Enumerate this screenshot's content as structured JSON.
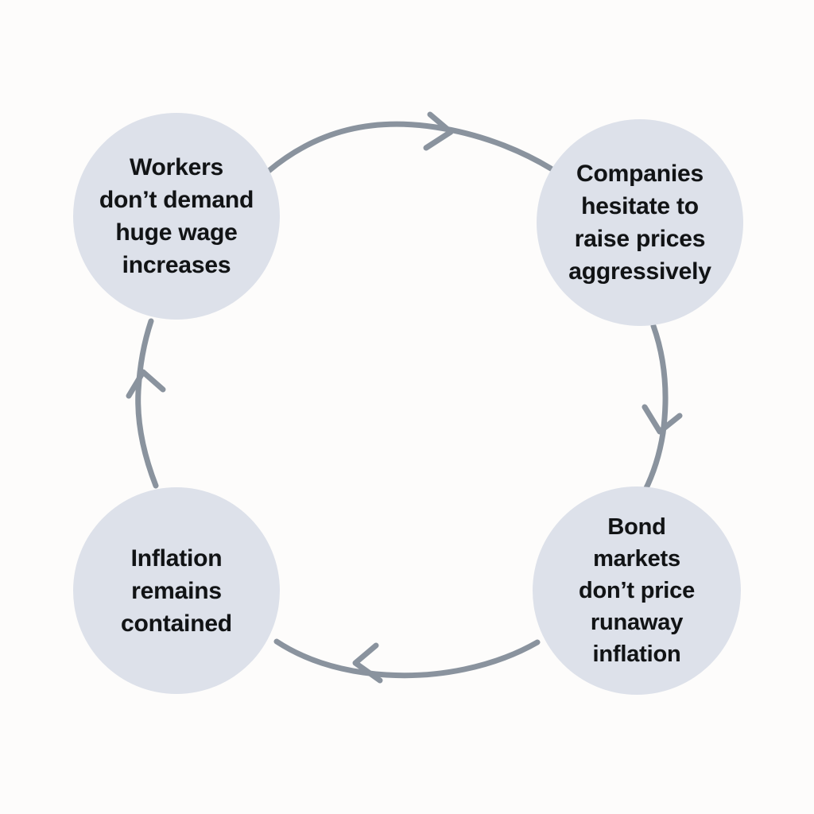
{
  "diagram": {
    "type": "cycle",
    "direction": "clockwise",
    "background_color": "#fdfcfb",
    "node_fill_color": "#dde1ea",
    "edge_color": "#8a939e",
    "text_color": "#111315",
    "nodes": [
      {
        "id": "workers-wages",
        "label": "Workers\ndon’t demand\nhuge wage\nincreases",
        "position": "top-left"
      },
      {
        "id": "companies-prices",
        "label": "Companies\nhesitate to\nraise prices\naggressively",
        "position": "top-right"
      },
      {
        "id": "bond-markets",
        "label": "Bond\nmarkets\ndon’t price\nrunaway\ninflation",
        "position": "bottom-right"
      },
      {
        "id": "inflation-contained",
        "label": "Inflation\nremains\ncontained",
        "position": "bottom-left"
      }
    ],
    "edges": [
      {
        "id": "edge-top",
        "from": "workers-wages",
        "to": "companies-prices",
        "arrow": "right"
      },
      {
        "id": "edge-right",
        "from": "companies-prices",
        "to": "bond-markets",
        "arrow": "down"
      },
      {
        "id": "edge-bottom",
        "from": "bond-markets",
        "to": "inflation-contained",
        "arrow": "left"
      },
      {
        "id": "edge-left",
        "from": "inflation-contained",
        "to": "workers-wages",
        "arrow": "up"
      }
    ]
  }
}
